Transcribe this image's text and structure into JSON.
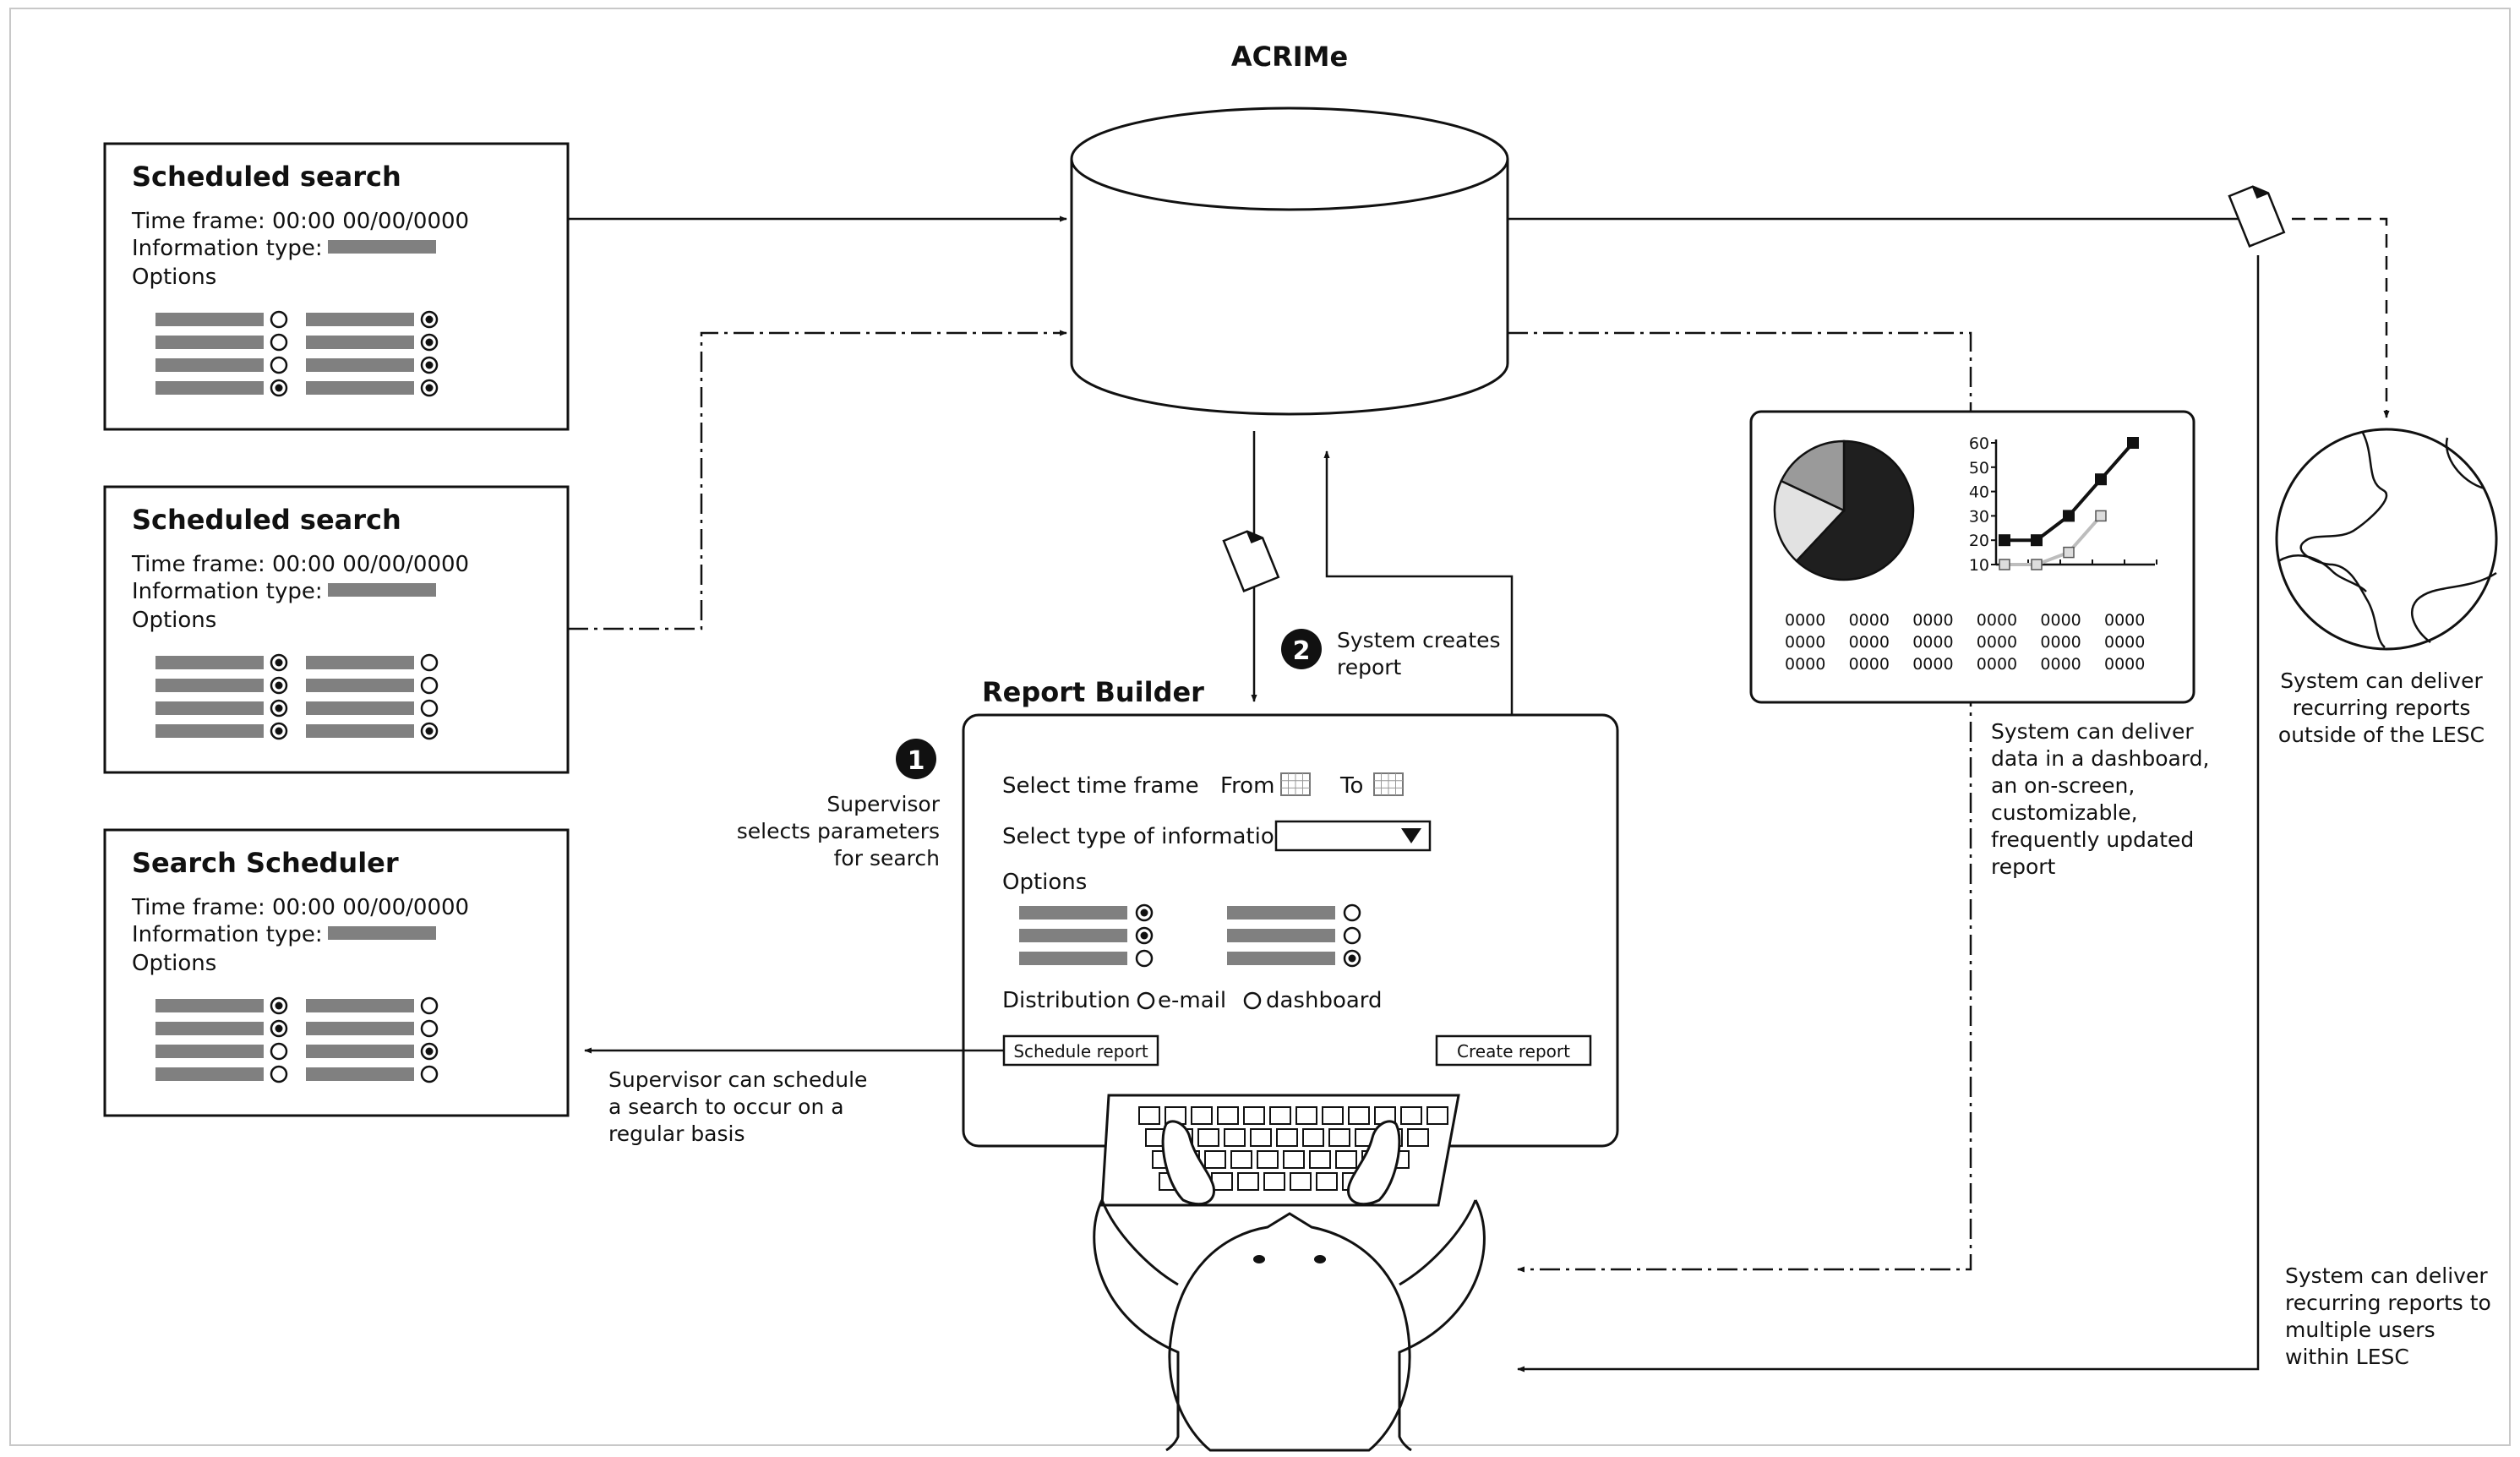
{
  "diagram": {
    "title": "ACRIMe",
    "panels": [
      {
        "title": "Scheduled search",
        "time_frame": "Time frame: 00:00 00/00/0000",
        "info_type": "Information type:",
        "options_label": "Options",
        "options_left": [
          false,
          false,
          false,
          true
        ],
        "options_right": [
          true,
          true,
          true,
          true
        ]
      },
      {
        "title": "Scheduled search",
        "time_frame": "Time frame: 00:00 00/00/0000",
        "info_type": "Information type:",
        "options_label": "Options",
        "options_left": [
          true,
          true,
          true,
          true
        ],
        "options_right": [
          false,
          false,
          false,
          true
        ]
      },
      {
        "title": "Search Scheduler",
        "time_frame": "Time frame: 00:00 00/00/0000",
        "info_type": "Information type:",
        "options_label": "Options",
        "options_left": [
          true,
          true,
          false,
          false
        ],
        "options_right": [
          false,
          false,
          true,
          false
        ]
      }
    ],
    "report_builder": {
      "title": "Report Builder",
      "select_time_frame": "Select time frame",
      "from_label": "From",
      "to_label": "To",
      "select_type": "Select type of information",
      "options_label": "Options",
      "options_left": [
        true,
        true,
        false
      ],
      "options_right": [
        false,
        false,
        true
      ],
      "distribution_label": "Distribution",
      "dist_email": "e-mail",
      "dist_dashboard": "dashboard",
      "schedule_button": "Schedule report",
      "create_button": "Create report"
    },
    "steps": [
      {
        "number": "1",
        "lines": [
          "Supervisor",
          "selects parameters",
          "for search"
        ]
      },
      {
        "number": "2",
        "lines": [
          "System creates",
          "report"
        ]
      }
    ],
    "notes": {
      "schedule": [
        "Supervisor can schedule",
        "a search to occur on a",
        "regular basis"
      ],
      "dashboard": [
        "System can deliver",
        "data in a dashboard,",
        "an on-screen,",
        "customizable,",
        "frequently updated",
        "report"
      ],
      "outside": [
        "System can deliver",
        "recurring reports",
        "outside of the LESC"
      ],
      "multiple": [
        "System can deliver",
        "recurring reports to",
        "multiple users",
        "within LESC"
      ]
    },
    "dashboard_chart": {
      "y_ticks": [
        "60",
        "50",
        "40",
        "30",
        "20",
        "10"
      ],
      "pie_fractions": [
        0.62,
        0.2,
        0.18
      ],
      "series_dark": [
        20,
        20,
        30,
        45,
        60
      ],
      "series_light": [
        10,
        10,
        15,
        30
      ],
      "table_cells": [
        "0000",
        "0000",
        "0000",
        "0000",
        "0000",
        "0000"
      ],
      "table_rows": 3
    },
    "colors": {
      "line": "#111111",
      "bar": "#808080",
      "pie_dark": "#1f1f1f",
      "pie_mid": "#9a9a9a",
      "pie_light": "#e2e2e2",
      "light_series": "#bdbdbd"
    }
  }
}
